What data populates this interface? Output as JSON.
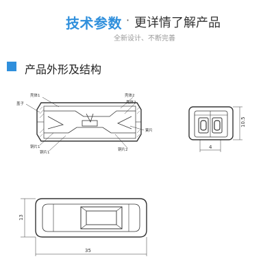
{
  "header": {
    "title_main": "技术参数",
    "title_dot": "·",
    "title_sub": "更详情了解产品",
    "subtitle": "全新设计、不断完善"
  },
  "section": {
    "title": "产品外形及结构"
  },
  "labels": {
    "shell1": "壳体1",
    "shell2": "壳体2",
    "cover": "盖子",
    "spring": "簧片",
    "copper1": "铜片1",
    "copper2": "铜片2"
  },
  "dimensions": {
    "side_height": "10.5",
    "side_width": "4",
    "bottom_height": "13",
    "bottom_length": "35"
  },
  "colors": {
    "accent": "#2f8fdc"
  }
}
